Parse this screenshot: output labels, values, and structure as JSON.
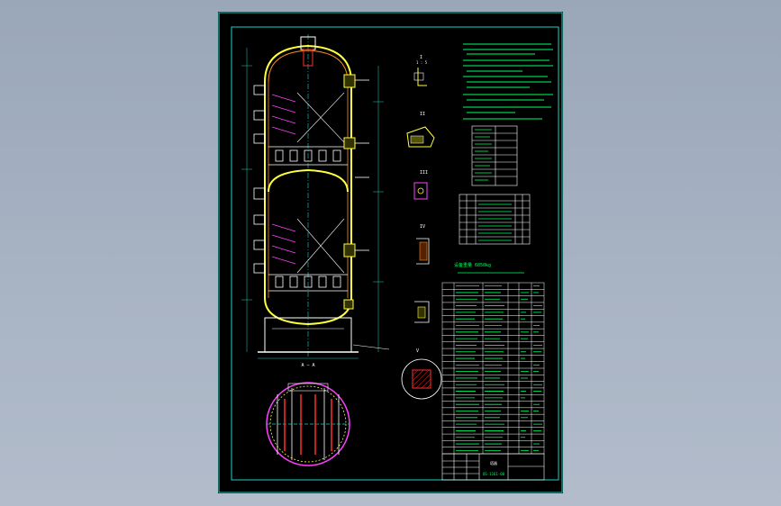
{
  "drawing": {
    "section_a_label": "A — A",
    "detail_labels": [
      "I",
      "II",
      "III",
      "IV",
      "V"
    ],
    "scale_label": "1 : 5",
    "mass_label": "设备重量 6850kg",
    "title_block_number": "QS-1161-00",
    "title_block_title": "塔器"
  },
  "colors": {
    "background": "#000000",
    "frame": "#19d3c5",
    "vessel": "#ffff40",
    "dimension": "#19d3c5",
    "text": "#00ff60",
    "detail": "#ff40ff",
    "hatch": "#ff3030",
    "white": "#ffffff"
  }
}
